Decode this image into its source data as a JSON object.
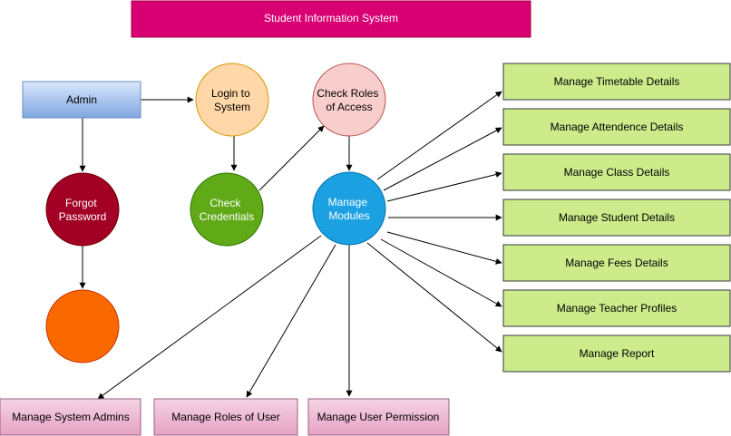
{
  "title": "Student Information System",
  "nodes": {
    "admin": "Admin",
    "login": [
      "Login to",
      "System"
    ],
    "check_roles": [
      "Check Roles",
      "of Access"
    ],
    "forgot_password": [
      "Forgot",
      "Password"
    ],
    "check_credentials": [
      "Check",
      "Credentials"
    ],
    "manage_modules": [
      "Manage",
      "Modules"
    ]
  },
  "modules_right": [
    "Manage Timetable Details",
    "Manage Attendence Details",
    "Manage Class Details",
    "Manage Student Details",
    "Manage Fees Details",
    "Manage Teacher Profiles",
    "Manage Report"
  ],
  "modules_bottom": [
    "Manage System Admins",
    "Manage Roles of User",
    "Manage User Permission"
  ],
  "colors": {
    "title_fill": "#d80073",
    "admin_fill_top": "#dae8fc",
    "admin_fill_bottom": "#7ea6e0",
    "login_fill": "#ffd7a8",
    "roles_fill": "#f8cecc",
    "forgot_fill": "#a20025",
    "credentials_fill": "#60a917",
    "modules_fill": "#1ba1e2",
    "orange_fill": "#fa6800",
    "green_box_fill": "#cdeb8b",
    "pink_box_fill_top": "#e6a3c4",
    "pink_box_fill_bottom": "#f4d3e3"
  }
}
